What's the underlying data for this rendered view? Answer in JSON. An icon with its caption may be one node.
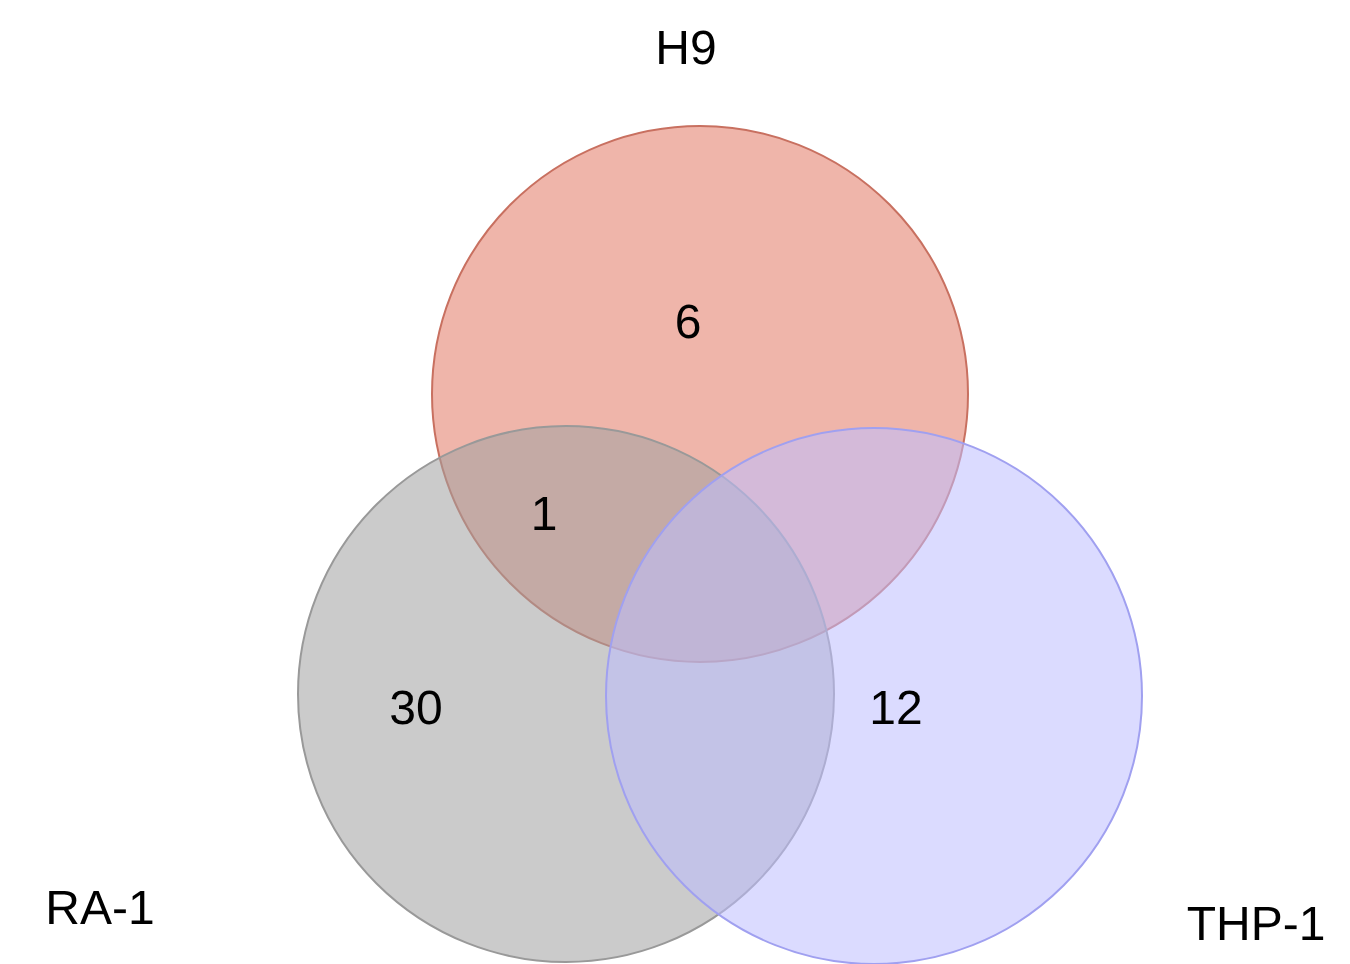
{
  "diagram": {
    "nodes": [
      {
        "text": [
          "H9"
        ]
      },
      {
        "text": [
          "RA-1"
        ]
      },
      {
        "text": [
          "THP-1"
        ]
      }
    ],
    "labels": [
      "6",
      "1",
      "30",
      "12"
    ]
  }
}
